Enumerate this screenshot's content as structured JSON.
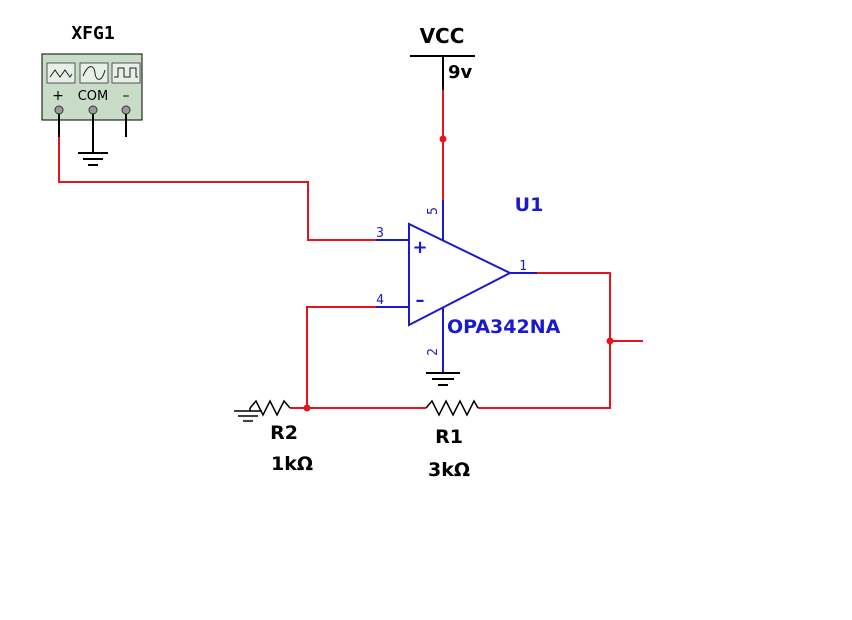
{
  "colors": {
    "wire": "#e8141b",
    "component": "#1a1acc",
    "label": "#1a1acc",
    "text": "#000000",
    "generator_face": "#c8dcc8"
  },
  "generator": {
    "ref": "XFG1",
    "terminal_plus": "+",
    "terminal_com": "COM",
    "terminal_minus": "–",
    "wave_buttons": [
      "triangle-wave-icon",
      "sine-wave-icon",
      "square-wave-icon"
    ]
  },
  "supply": {
    "name": "VCC",
    "value": "9v"
  },
  "opamp": {
    "ref": "U1",
    "part": "OPA342NA",
    "pins": {
      "noninv": "3",
      "inv": "4",
      "out": "1",
      "vplus": "5",
      "vminus": "2"
    },
    "sign_plus": "+",
    "sign_minus": "–"
  },
  "resistors": [
    {
      "ref": "R1",
      "value": "3kΩ"
    },
    {
      "ref": "R2",
      "value": "1kΩ"
    }
  ]
}
